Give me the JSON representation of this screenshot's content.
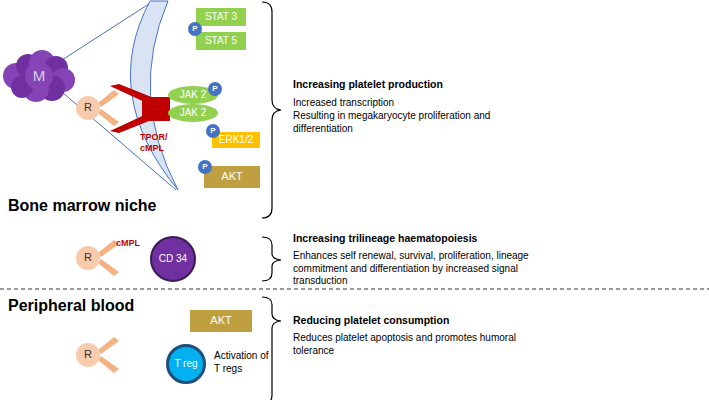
{
  "diagram": {
    "nodes": [
      {
        "text": [
          "M"
        ]
      },
      {
        "text": [
          "R"
        ]
      },
      {
        "text": [
          "STAT 3"
        ]
      },
      {
        "text": [
          "STAT 5"
        ]
      },
      {
        "text": [
          "P"
        ]
      },
      {
        "text": [
          "JAK 2"
        ]
      },
      {
        "text": [
          "JAK 2"
        ]
      },
      {
        "text": [
          "P"
        ]
      },
      {
        "text": [
          "P"
        ]
      },
      {
        "text": [
          "ERK1/2"
        ]
      },
      {
        "text": [
          "P"
        ]
      },
      {
        "text": [
          "AKT"
        ]
      },
      {
        "text": [
          "R"
        ]
      },
      {
        "text": [
          "CD 34"
        ]
      },
      {
        "text": [
          "AKT"
        ]
      },
      {
        "text": [
          "R"
        ]
      },
      {
        "text": [
          "T reg"
        ]
      }
    ],
    "labels": [
      "TPOR/ cMPL",
      "Bone marrow niche",
      "Increasing platelet production",
      "Increased transcription",
      "Resulting in megakaryocyte proliferation and differentiation",
      "Increasing trilineage haematopoiesis",
      "Enhances self renewal, survival, proliferation, lineage commitment and differentiation by increased signal transduction",
      "cMPL",
      "Peripheral blood",
      "Activation of T regs",
      "Reducing platelet consumption",
      "Reduces platelet apoptosis and promotes humoral tolerance"
    ]
  }
}
